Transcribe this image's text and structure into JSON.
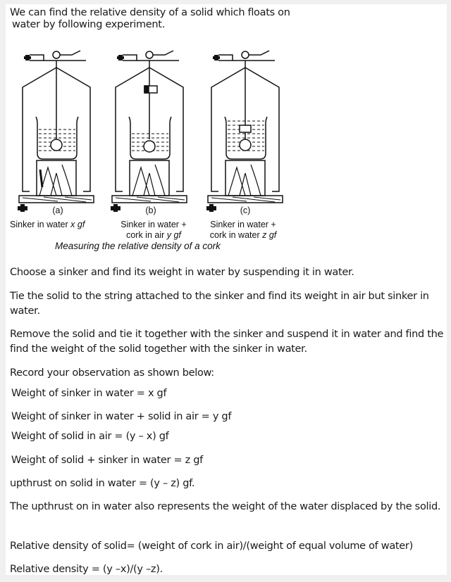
{
  "intro": {
    "line1": "We can find the relative density of a solid which floats on",
    "line2": "water by following experiment."
  },
  "figure": {
    "panels": [
      {
        "letter": "(a)",
        "label_line1": "Sinker in water ",
        "label_var1": "x gf",
        "label_line2": ""
      },
      {
        "letter": "(b)",
        "label_line1": "Sinker in water +",
        "label_line2": "cork in air ",
        "label_var2": "y gf"
      },
      {
        "letter": "(c)",
        "label_line1": "Sinker in water +",
        "label_line2": "cork in water ",
        "label_var2": "z gf"
      }
    ],
    "caption": "Measuring the relative density of a cork"
  },
  "steps": [
    "Choose a sinker and find its weight in water by suspending it in water.",
    "Tie the solid to the string attached to the sinker and find its weight in air but sinker in water.",
    "Remove the solid and tie it together with the sinker and suspend it in water and find the find the weight of the solid together with the sinker in water."
  ],
  "observations": {
    "heading": "Record your observation as shown below:",
    "lines": [
      "Weight of sinker in water = x gf",
      "Weight of sinker in water + solid in air = y gf",
      "Weight of solid in air = (y – x) gf",
      "Weight of solid + sinker in water = z gf",
      "upthrust on solid in water = (y – z) gf."
    ]
  },
  "conclusion": {
    "upthrust_note": "The upthrust on in water also represents the weight of the water displaced by the solid.",
    "rd_definition": "Relative density of solid= (weight of cork in air)/(weight of equal volume of water)",
    "rd_formula": "Relative density = (y –x)/(y –z)."
  }
}
